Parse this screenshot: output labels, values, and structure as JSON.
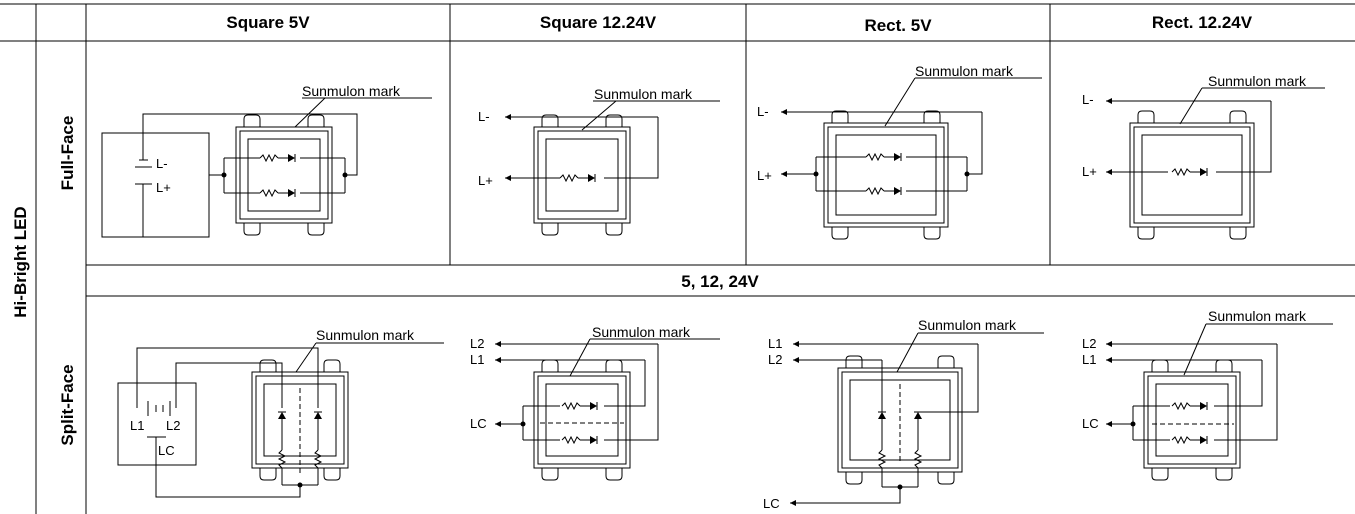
{
  "headers": {
    "col1": "Square 5V",
    "col2": "Square 12.24V",
    "col3": "Rect. 5V",
    "col4": "Rect. 12.24V"
  },
  "side": {
    "group": "Hi-Bright LED",
    "row1": "Full-Face",
    "row2": "Split-Face"
  },
  "voltage_band": "5, 12, 24V",
  "mark_label": "Sunmulon mark",
  "terminals": {
    "l_minus": "L-",
    "l_plus": "L+",
    "l1": "L1",
    "l2": "L2",
    "lc": "LC"
  }
}
